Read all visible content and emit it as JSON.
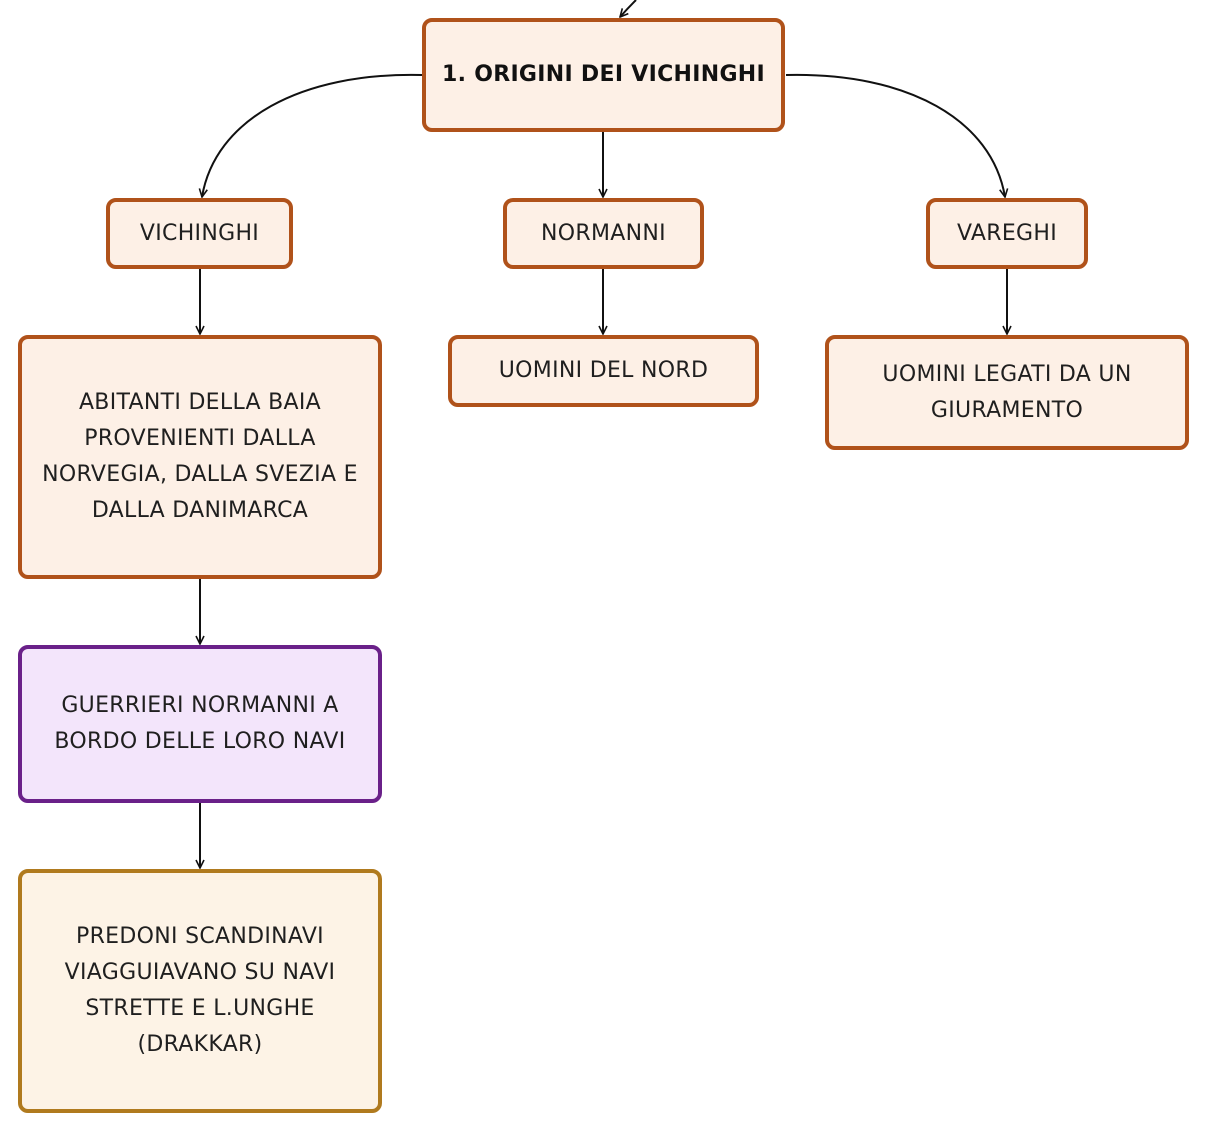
{
  "colors": {
    "orange_border": "#b0521a",
    "orange_fill": "#fdf0e6",
    "purple_border": "#6a2089",
    "purple_fill": "#f3e5fb",
    "gold_border": "#b07a1e",
    "gold_fill": "#fdf3e6",
    "connector": "#111111"
  },
  "nodes": {
    "root": "1. ORIGINI DEI VICHINGHI",
    "vichinghi": "VICHINGHI",
    "normanni": "NORMANNI",
    "vareghi": "VAREGHI",
    "abitanti": "ABITANTI DELLA BAIA PROVENIENTI DALLA NORVEGIA, DALLA SVEZIA E DALLA DANIMARCA",
    "uomini_nord": "UOMINI DEL NORD",
    "uomini_legati": "UOMINI LEGATI DA UN GIURAMENTO",
    "guerrieri": "GUERRIERI NORMANNI A BORDO DELLE LORO NAVI",
    "predoni": "PREDONI SCANDINAVI VIAGGUIAVANO SU NAVI STRETTE E L.UNGHE (DRAKKAR)"
  }
}
